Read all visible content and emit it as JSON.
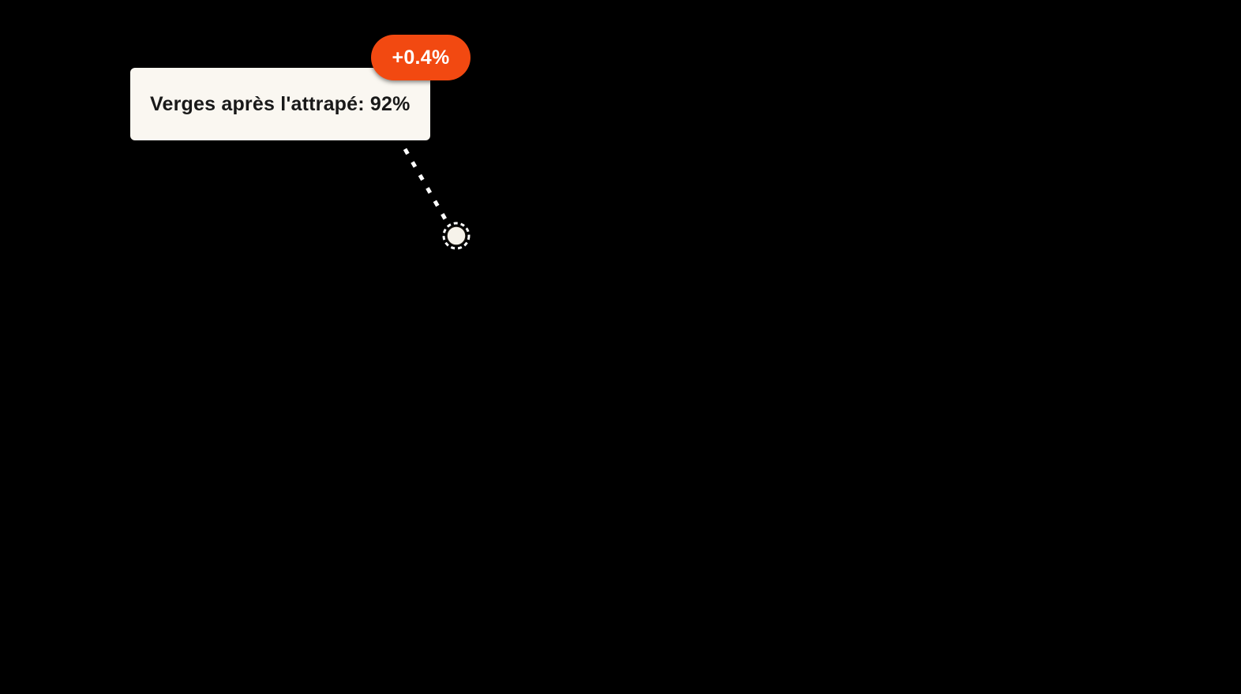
{
  "annotation": {
    "tooltip_text": "Verges après l'attrapé: 92%",
    "badge_label": "+0.4%"
  },
  "colors": {
    "background": "#000000",
    "card_background": "#FAF7F1",
    "card_text": "#191919",
    "badge_background": "#F24911",
    "badge_text": "#FFFFFF",
    "connector": "#FFFFFF",
    "point_fill": "#F6F2EA"
  },
  "chart_data": {
    "type": "scatter",
    "title": "",
    "xlabel": "",
    "ylabel": "",
    "legend": "none",
    "grid": false,
    "points": [
      {
        "label": "Verges après l'attrapé",
        "value_pct": 92,
        "delta_pct": 0.4,
        "tooltip": "Verges après l'attrapé: 92%",
        "delta_label": "+0.4%"
      }
    ]
  }
}
